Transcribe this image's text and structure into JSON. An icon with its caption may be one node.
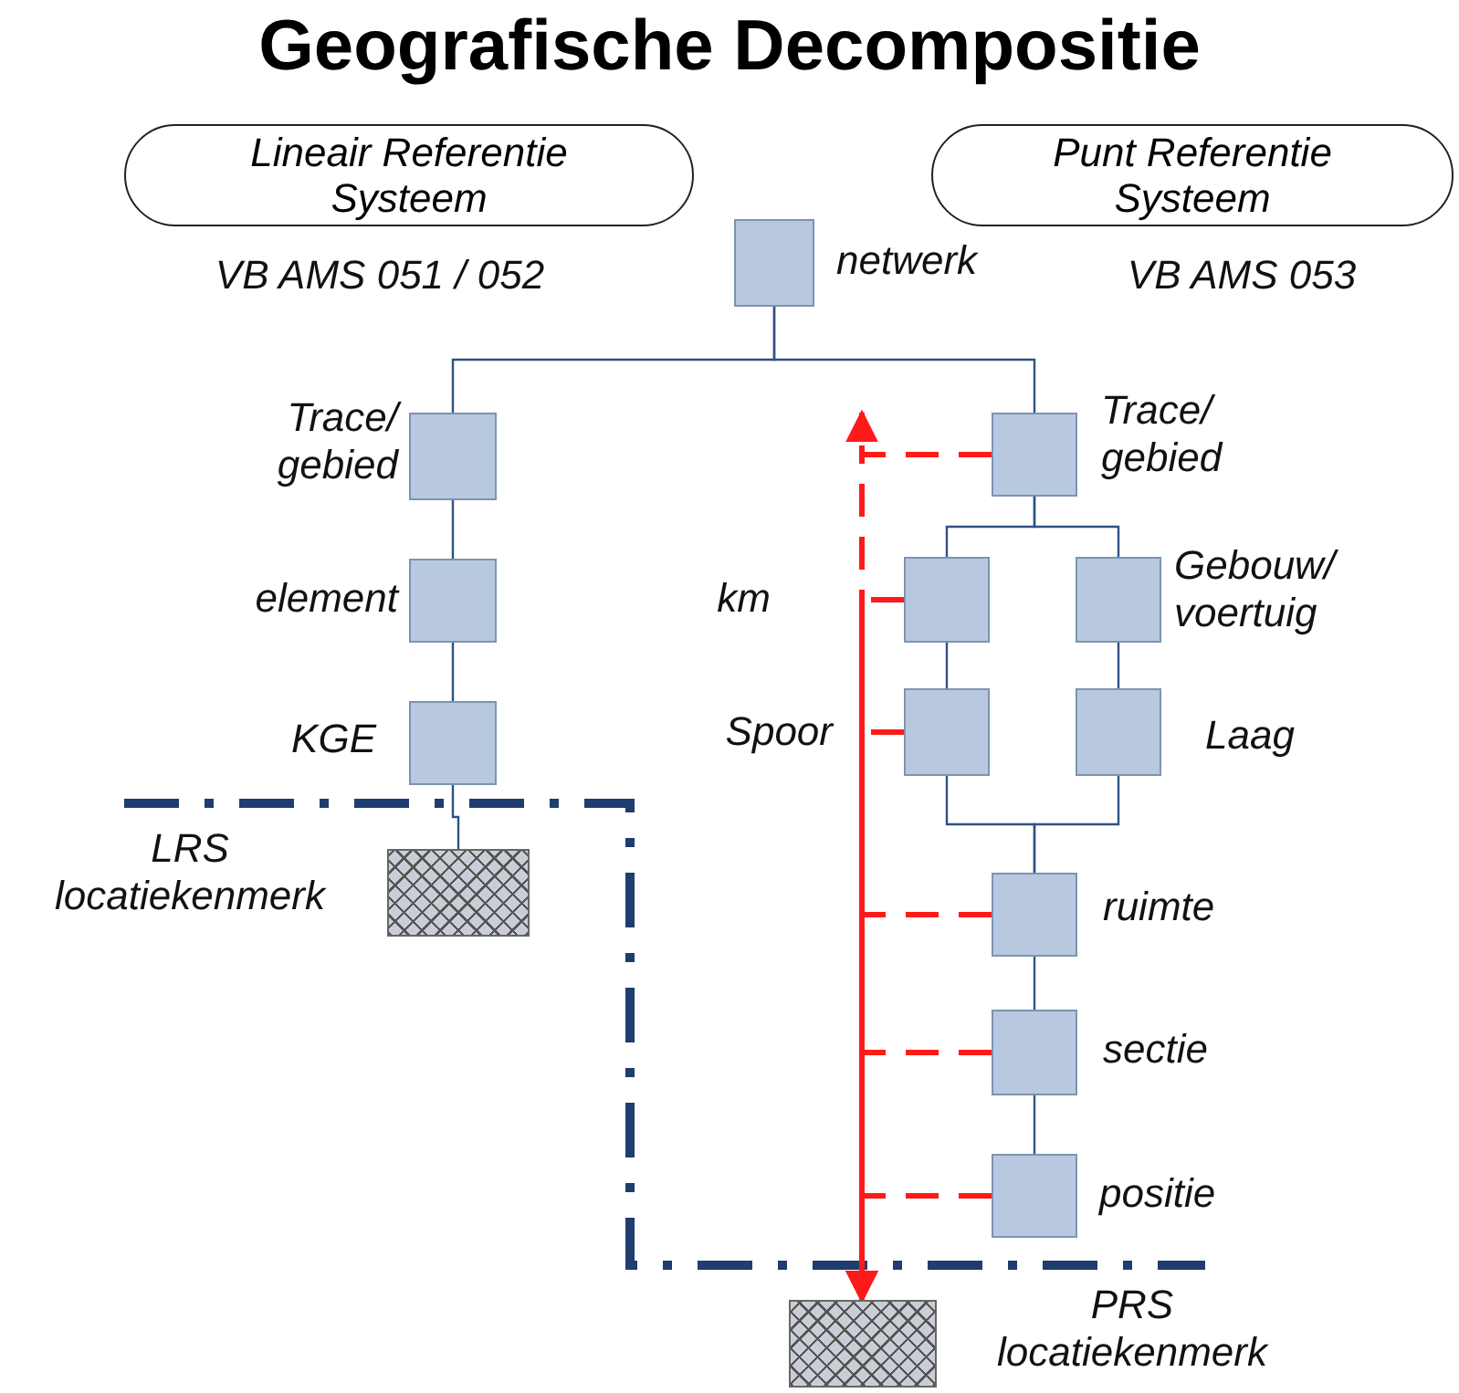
{
  "diagram": {
    "title": "Geografische Decompositie",
    "nodes": [
      {
        "text": [
          "Lineair Referentie Systeem"
        ],
        "beside": [
          "VB AMS 051 / 052"
        ]
      },
      {
        "text": [
          "Punt Referentie Systeem"
        ],
        "beside": [
          "VB AMS 053"
        ]
      },
      {
        "text": [],
        "shape": "box",
        "beside": [
          "netwerk"
        ]
      },
      {
        "text": [],
        "shape": "box",
        "beside": [
          "Trace/ gebied"
        ]
      },
      {
        "text": [],
        "shape": "box",
        "beside": [
          "element"
        ]
      },
      {
        "text": [],
        "shape": "box",
        "beside": [
          "KGE"
        ]
      },
      {
        "text": [],
        "shape": "box",
        "beside": [
          "LRS locatiekenmerk"
        ]
      },
      {
        "text": [],
        "shape": "box",
        "beside": [
          "Trace/ gebied"
        ]
      },
      {
        "text": [],
        "shape": "box",
        "beside": [
          "km"
        ]
      },
      {
        "text": [],
        "shape": "box",
        "beside": [
          "Gebouw/ voertuig"
        ]
      },
      {
        "text": [],
        "shape": "box",
        "beside": [
          "Spoor"
        ]
      },
      {
        "text": [],
        "shape": "box",
        "beside": [
          "Laag"
        ]
      },
      {
        "text": [],
        "shape": "box",
        "beside": [
          "ruimte"
        ]
      },
      {
        "text": [],
        "shape": "box",
        "beside": [
          "sectie"
        ]
      },
      {
        "text": [],
        "shape": "box",
        "beside": [
          "positie"
        ]
      },
      {
        "text": [],
        "shape": "box",
        "beside": [
          "PRS locatiekenmerk"
        ]
      }
    ],
    "edges": [
      {
        "from": 2,
        "to": 3,
        "arrow": "none"
      },
      {
        "from": 2,
        "to": 7,
        "arrow": "none"
      },
      {
        "from": 3,
        "to": 4,
        "arrow": "none"
      },
      {
        "from": 4,
        "to": 5,
        "arrow": "none"
      },
      {
        "from": 5,
        "to": 6,
        "arrow": "none"
      },
      {
        "from": 7,
        "to": 8,
        "arrow": "none"
      },
      {
        "from": 7,
        "to": 9,
        "arrow": "none"
      },
      {
        "from": 8,
        "to": 10,
        "arrow": "none"
      },
      {
        "from": 9,
        "to": 11,
        "arrow": "none"
      },
      {
        "from": 10,
        "to": 12,
        "arrow": "none"
      },
      {
        "from": 11,
        "to": 12,
        "arrow": "none"
      },
      {
        "from": 12,
        "to": 13,
        "arrow": "none"
      },
      {
        "from": 13,
        "to": 14,
        "arrow": "none"
      },
      {
        "from": 7,
        "to": null,
        "arrow": "to",
        "style": "dashed",
        "color": "#ff1a1a"
      },
      {
        "from": 7,
        "to": 15,
        "arrow": "to",
        "style": "dashed",
        "color": "#ff1a1a"
      },
      {
        "from": 8,
        "to": 15,
        "arrow": "to",
        "style": "dashed",
        "color": "#ff1a1a"
      },
      {
        "from": 10,
        "to": 15,
        "arrow": "to",
        "style": "dashed",
        "color": "#ff1a1a"
      },
      {
        "from": 12,
        "to": 15,
        "arrow": "to",
        "style": "dashed",
        "color": "#ff1a1a"
      },
      {
        "from": 13,
        "to": 15,
        "arrow": "to",
        "style": "dashed",
        "color": "#ff1a1a"
      },
      {
        "from": 14,
        "to": 15,
        "arrow": "to",
        "style": "dashed",
        "color": "#ff1a1a"
      }
    ]
  }
}
